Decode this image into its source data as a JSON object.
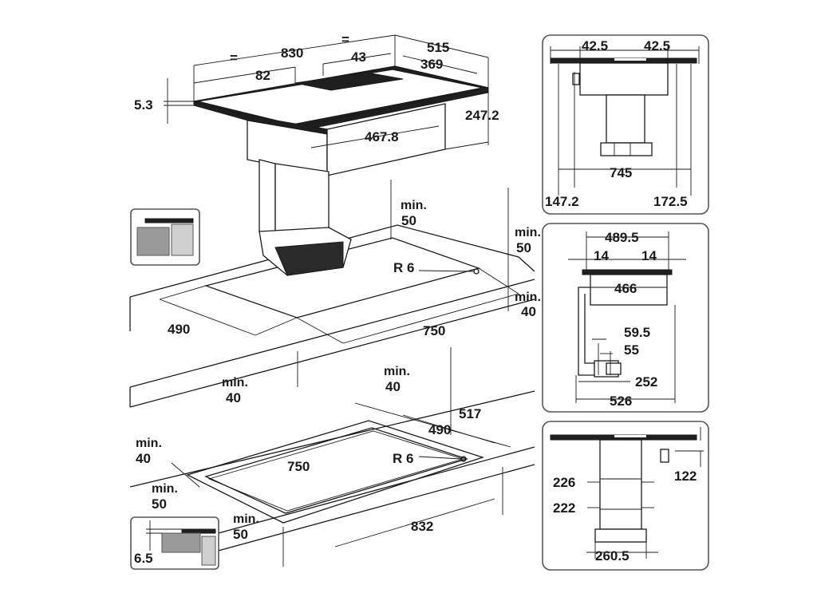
{
  "main": {
    "top_width_eq_left": "=",
    "top_width": "830",
    "top_width_eq_right": "=",
    "top_depth": "515",
    "dim_82": "82",
    "dim_43": "43",
    "dim_369": "369",
    "dim_thickness": "5.3",
    "dim_height": "247.2",
    "dim_body_width": "467.8",
    "cutout_depth": "490",
    "cutout_width": "750",
    "min_back_label": "min.",
    "min_back_value": "50",
    "min_right_label": "min.",
    "min_right_value": "50",
    "min_right2_label": "min.",
    "min_right2_value": "40",
    "min_front_label": "min.",
    "min_front_value": "40",
    "radius": "R 6"
  },
  "lower": {
    "min_top_label": "min.",
    "min_top_value": "40",
    "depth_outer": "517",
    "depth_inner": "490",
    "width_inner": "750",
    "radius": "R 6",
    "width_outer": "832",
    "min_left_label": "min.",
    "min_left_value": "40",
    "min_left2_label": "min.",
    "min_left2_value": "50",
    "min_front_label": "min.",
    "min_front_value": "50",
    "inset_value": "6.5"
  },
  "side_panel_top": {
    "left_offset": "42.5",
    "right_offset": "42.5",
    "width": "745",
    "left_edge": "147.2",
    "right_edge": "172.5"
  },
  "side_panel_mid": {
    "width": "489.5",
    "left_gap": "14",
    "right_gap": "14",
    "inner": "466",
    "dim_59_5": "59.5",
    "dim_55": "55",
    "dim_252": "252",
    "dim_526": "526"
  },
  "side_panel_bottom": {
    "dim_226": "226",
    "dim_122": "122",
    "dim_222": "222",
    "dim_260_5": "260.5"
  }
}
